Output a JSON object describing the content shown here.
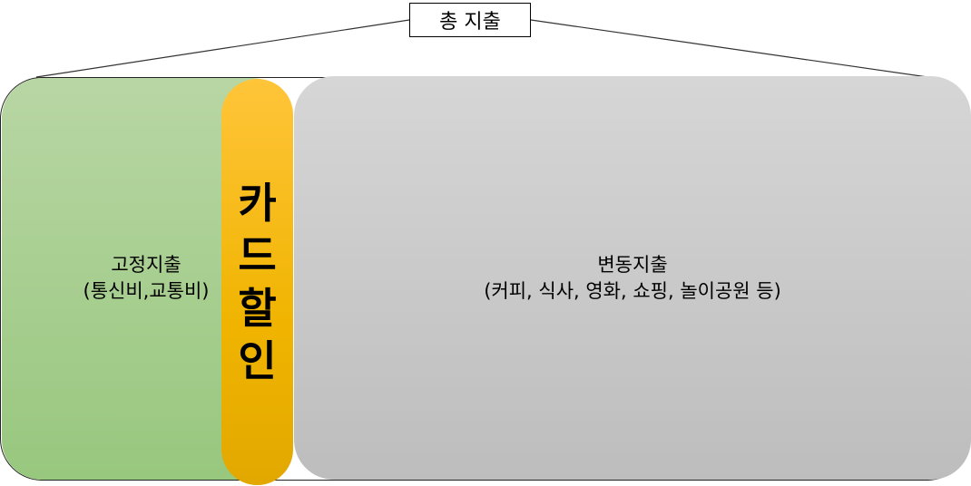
{
  "diagram": {
    "total_label": "총 지출",
    "fixed": {
      "title": "고정지출",
      "detail": "(통신비,교통비)",
      "color": "#a9d08e"
    },
    "card": {
      "chars": [
        "카",
        "드",
        "할",
        "인"
      ],
      "color": "#ffc000"
    },
    "variable": {
      "title": "변동지출",
      "detail": "(커피, 식사, 영화, 쇼핑, 놀이공원 등)",
      "color": "#c9c9c9"
    }
  }
}
